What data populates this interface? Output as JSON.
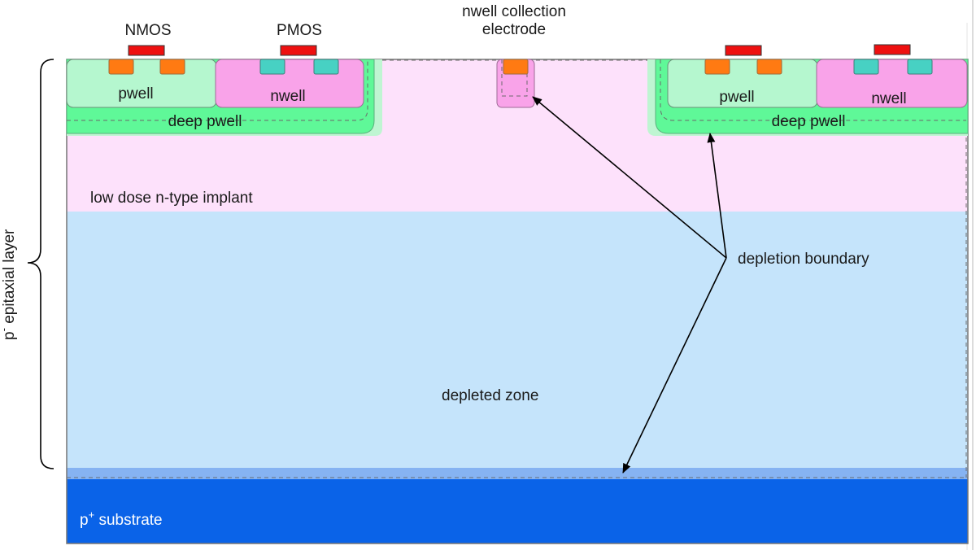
{
  "labels": {
    "nmos": "NMOS",
    "pmos": "PMOS",
    "collection_line1": "nwell collection",
    "collection_line2": "electrode",
    "pwell_left": "pwell",
    "nwell_left": "nwell",
    "deep_pwell_left": "deep pwell",
    "pwell_right": "pwell",
    "nwell_right": "nwell",
    "deep_pwell_right": "deep pwell",
    "low_dose_implant": "low dose n-type implant",
    "depletion_boundary": "depletion boundary",
    "depleted_zone": "depleted zone",
    "epitaxial_layer_prefix": "p",
    "epitaxial_layer_superscript": "-",
    "epitaxial_layer_text": " epitaxial layer",
    "substrate_prefix": "p",
    "substrate_superscript": "+",
    "substrate_text": " substrate"
  },
  "colors": {
    "low_dose_implant": "#fde1fb",
    "depleted_zone": "#c5e4fb",
    "depletion_band": "#86b3f2",
    "substrate": "#0a63e8",
    "pwell": "#b5f7cf",
    "nwell": "#f9a3e9",
    "deep_pwell": "#5ff898",
    "deep_pwell_halo": "#bff5d2",
    "n_plus_contact": "#ff7a12",
    "p_plus_contact": "#47d1c3",
    "gate": "#ee1010"
  }
}
